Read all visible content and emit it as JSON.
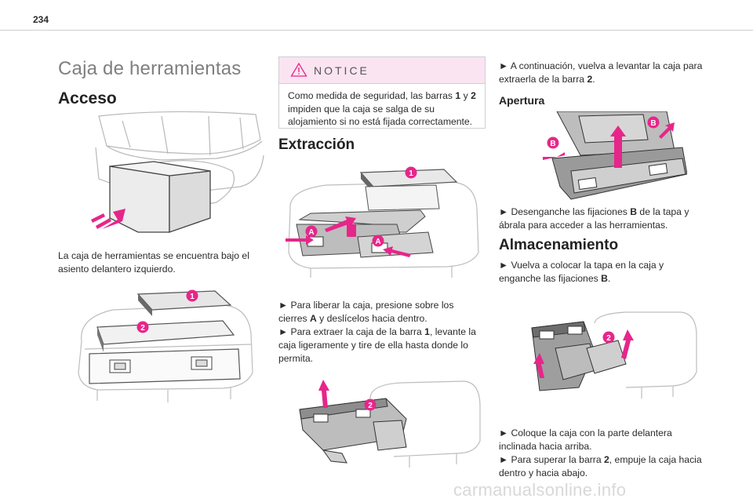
{
  "page_number": "234",
  "left": {
    "title": "Caja de herramientas",
    "acceso_heading": "Acceso",
    "acceso_text": "La caja de herramientas se encuentra bajo el asiento delantero izquierdo."
  },
  "notice": {
    "title": "NOTICE",
    "body_1": "Como medida de seguridad, las barras ",
    "b1": "1",
    "body_2": " y ",
    "b2": "2",
    "body_3": " impiden que la caja se salga de su alojamiento si no está fijada correctamente."
  },
  "middle": {
    "extraccion_heading": "Extracción",
    "step1_a": "► Para liberar la caja, presione sobre los cierres ",
    "step1_b": "A",
    "step1_c": " y deslícelos hacia dentro.",
    "step2_a": "► Para extraer la caja de la barra ",
    "step2_b": "1",
    "step2_c": ", levante la caja ligeramente y tire de ella hasta donde lo permita."
  },
  "right": {
    "continue_a": "► A continuación, vuelva a levantar la caja para extraerla de la barra ",
    "continue_b": "2",
    "continue_c": ".",
    "apertura_heading": "Apertura",
    "apertura_a": "► Desenganche las fijaciones ",
    "apertura_b": "B",
    "apertura_c": " de la tapa y ábrala para acceder a las herramientas.",
    "almacen_heading": "Almacenamiento",
    "almacen_a": "► Vuelva a colocar la tapa en la caja y enganche las fijaciones ",
    "almacen_b": "B",
    "almacen_c": ".",
    "final1": "► Coloque la caja con la parte delantera inclinada hacia arriba.",
    "final2_a": "► Para superar la barra ",
    "final2_b": "2",
    "final2_c": ", empuje la caja hacia dentro y hacia abajo."
  },
  "badges": {
    "one": "1",
    "two": "2",
    "a": "A",
    "b": "B"
  },
  "watermark": "carmanualsonline.info",
  "colors": {
    "accent": "#e6268a",
    "notice_bg": "#fbe4f1",
    "title_gray": "#7f7f7f"
  }
}
